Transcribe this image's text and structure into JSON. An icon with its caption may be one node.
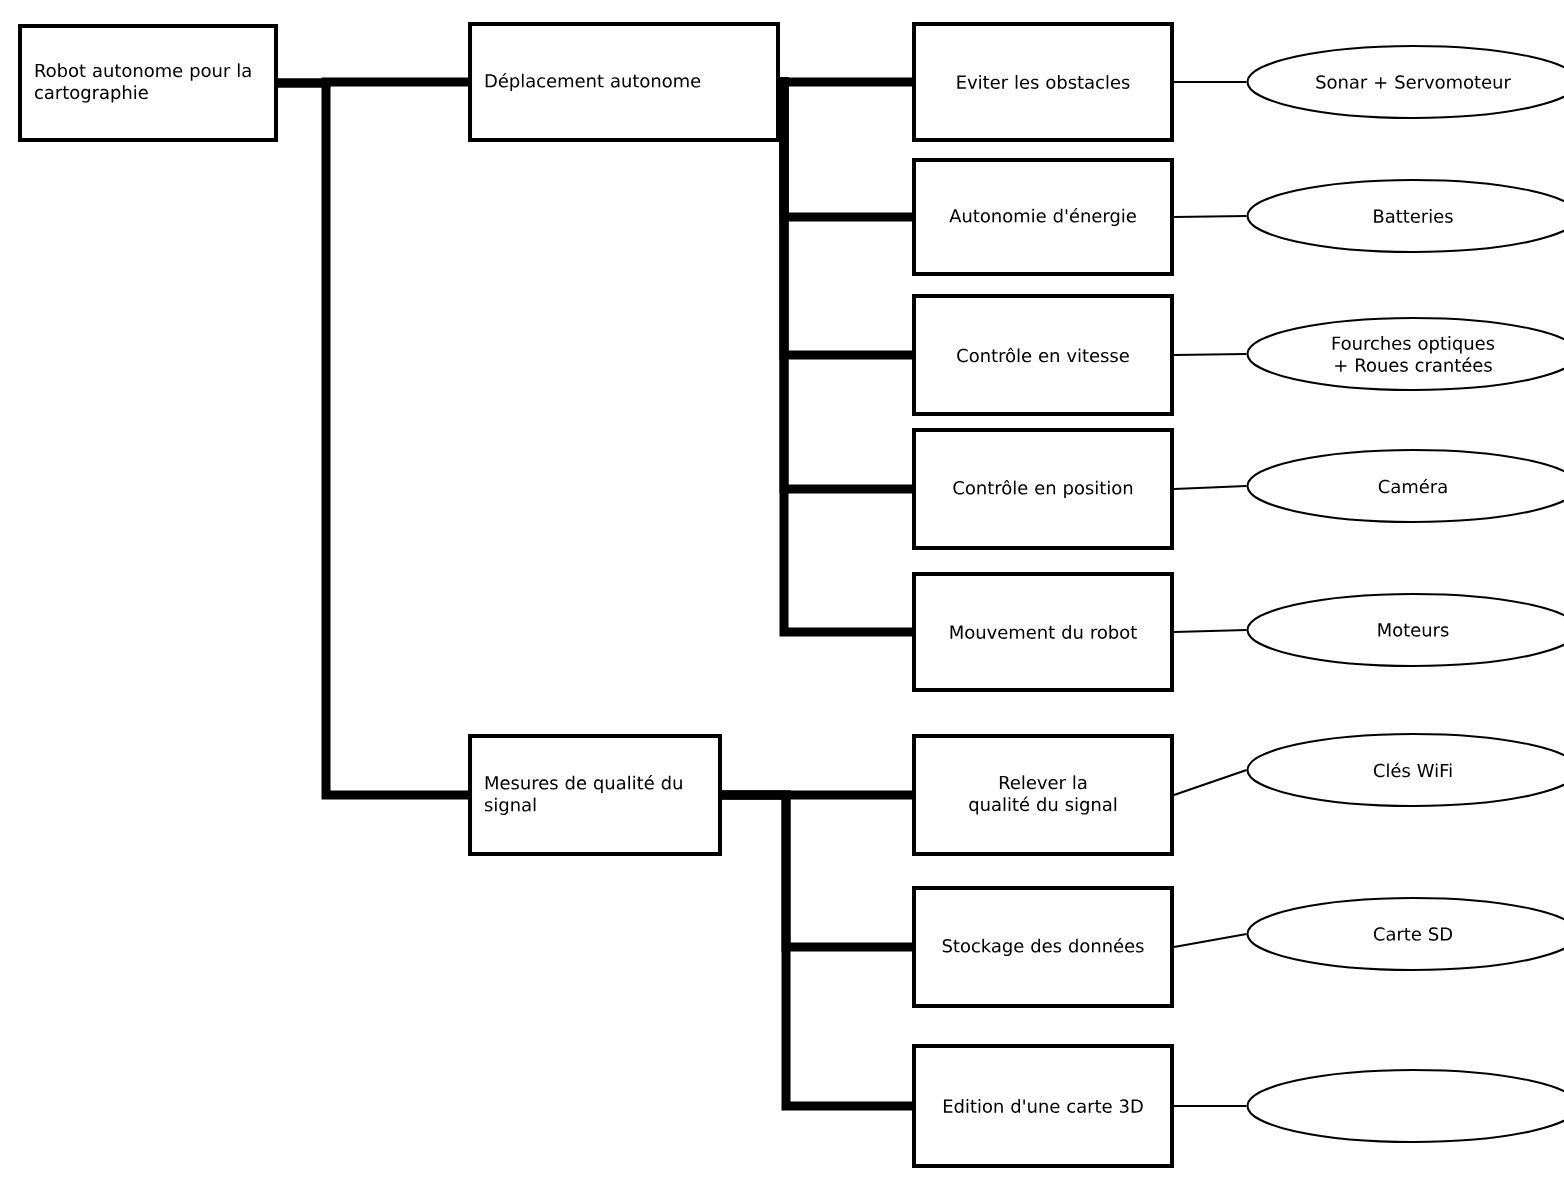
{
  "diagram": {
    "nodes": [
      {
        "text": [
          "Robot autonome pour la cartographie"
        ]
      },
      {
        "text": [
          "Déplacement autonome"
        ]
      },
      {
        "text": [
          "Eviter les obstacles"
        ]
      },
      {
        "text": [
          "Autonomie d'énergie"
        ]
      },
      {
        "text": [
          "Contrôle en vitesse"
        ]
      },
      {
        "text": [
          "Contrôle en position"
        ]
      },
      {
        "text": [
          "Mouvement du robot"
        ]
      },
      {
        "text": [
          "Mesures de qualité du signal"
        ]
      },
      {
        "text": [
          "Relever la qualité du signal"
        ]
      },
      {
        "text": [
          "Stockage des données"
        ]
      },
      {
        "text": [
          "Edition d'une carte 3D"
        ]
      },
      {
        "text": [
          "Sonar + Servomoteur"
        ]
      },
      {
        "text": [
          "Batteries"
        ]
      },
      {
        "text": [
          "Fourches optiques + Roues crantées"
        ]
      },
      {
        "text": [
          "Caméra"
        ]
      },
      {
        "text": [
          "Moteurs"
        ]
      },
      {
        "text": [
          "Clés WiFi"
        ]
      },
      {
        "text": [
          "Carte SD"
        ]
      },
      {
        "text": [],
        "shape": "ellipse"
      }
    ],
    "edges": [
      {
        "from": 0,
        "to": 1,
        "arrow": "none"
      },
      {
        "from": 0,
        "to": 7,
        "arrow": "none"
      },
      {
        "from": 1,
        "to": 2,
        "arrow": "none"
      },
      {
        "from": 1,
        "to": 3,
        "arrow": "none"
      },
      {
        "from": 1,
        "to": 4,
        "arrow": "none"
      },
      {
        "from": 1,
        "to": 5,
        "arrow": "none"
      },
      {
        "from": 1,
        "to": 6,
        "arrow": "none"
      },
      {
        "from": 7,
        "to": 8,
        "arrow": "none"
      },
      {
        "from": 7,
        "to": 9,
        "arrow": "none"
      },
      {
        "from": 7,
        "to": 10,
        "arrow": "none"
      },
      {
        "from": 2,
        "to": 11,
        "arrow": "none"
      },
      {
        "from": 3,
        "to": 12,
        "arrow": "none"
      },
      {
        "from": 4,
        "to": 13,
        "arrow": "none"
      },
      {
        "from": 5,
        "to": 14,
        "arrow": "none"
      },
      {
        "from": 6,
        "to": 15,
        "arrow": "none"
      },
      {
        "from": 8,
        "to": 16,
        "arrow": "none"
      },
      {
        "from": 9,
        "to": 17,
        "arrow": "none"
      },
      {
        "from": 10,
        "to": 18,
        "arrow": "none"
      }
    ]
  }
}
